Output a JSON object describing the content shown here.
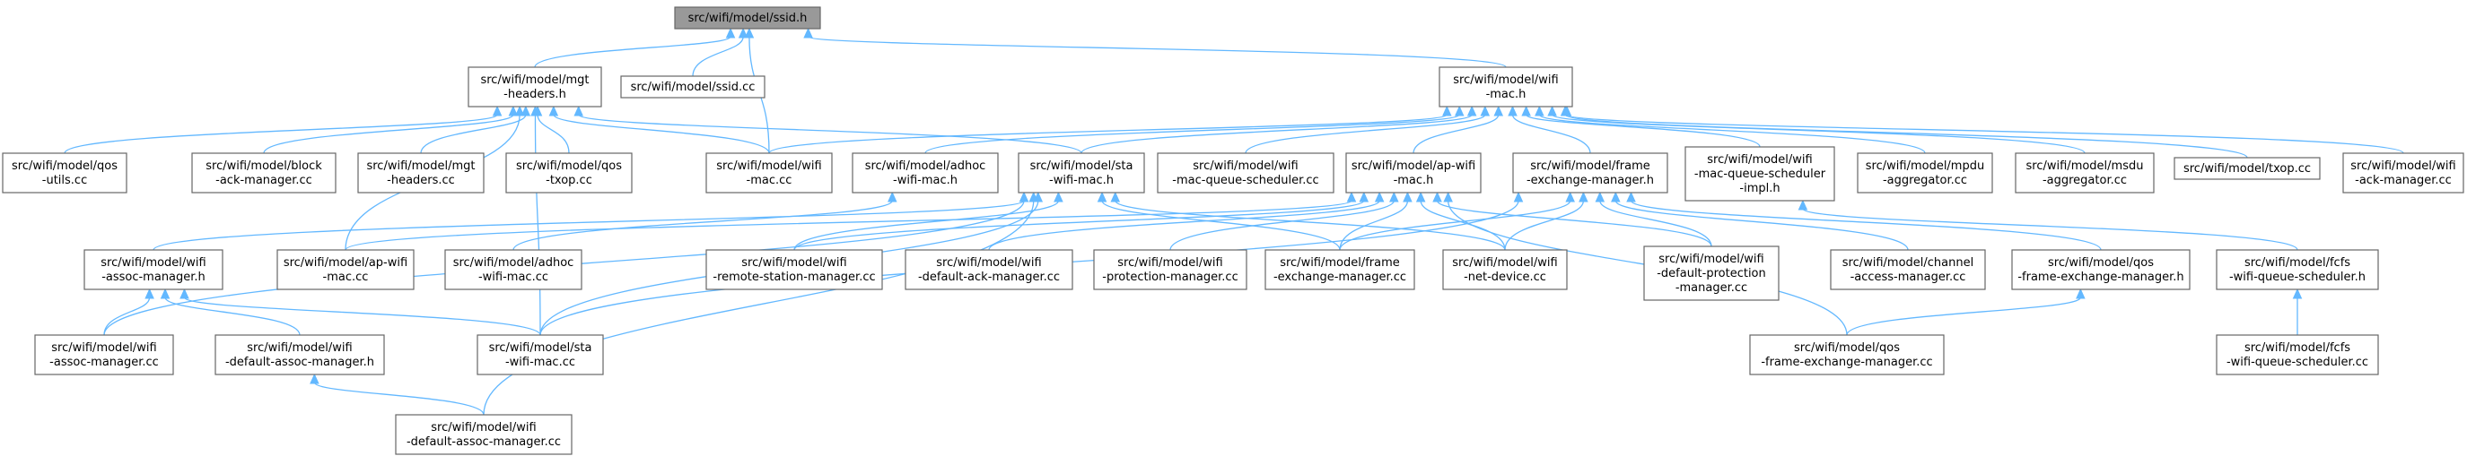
{
  "graph": {
    "colors": {
      "node_fill": "#ffffff",
      "root_fill": "#999999",
      "node_border": "#666666",
      "edge": "#63b8ff",
      "text": "#000000"
    },
    "nodes": [
      {
        "id": "ssid_h",
        "lines": [
          "src/wifi/model/ssid.h"
        ],
        "root": true
      },
      {
        "id": "mgt_headers_h",
        "lines": [
          "src/wifi/model/mgt",
          "-headers.h"
        ]
      },
      {
        "id": "ssid_cc",
        "lines": [
          "src/wifi/model/ssid.cc"
        ]
      },
      {
        "id": "wifi_mac_h",
        "lines": [
          "src/wifi/model/wifi",
          "-mac.h"
        ]
      },
      {
        "id": "qos_utils_cc",
        "lines": [
          "src/wifi/model/qos",
          "-utils.cc"
        ]
      },
      {
        "id": "block_ack_manager_cc",
        "lines": [
          "src/wifi/model/block",
          "-ack-manager.cc"
        ]
      },
      {
        "id": "mgt_headers_cc",
        "lines": [
          "src/wifi/model/mgt",
          "-headers.cc"
        ]
      },
      {
        "id": "qos_txop_cc",
        "lines": [
          "src/wifi/model/qos",
          "-txop.cc"
        ]
      },
      {
        "id": "wifi_mac_cc",
        "lines": [
          "src/wifi/model/wifi",
          "-mac.cc"
        ]
      },
      {
        "id": "adhoc_wifi_mac_h",
        "lines": [
          "src/wifi/model/adhoc",
          "-wifi-mac.h"
        ]
      },
      {
        "id": "sta_wifi_mac_h",
        "lines": [
          "src/wifi/model/sta",
          "-wifi-mac.h"
        ]
      },
      {
        "id": "mac_queue_scheduler_cc",
        "lines": [
          "src/wifi/model/wifi",
          "-mac-queue-scheduler.cc"
        ]
      },
      {
        "id": "ap_wifi_mac_h",
        "lines": [
          "src/wifi/model/ap-wifi",
          "-mac.h"
        ]
      },
      {
        "id": "frame_exchange_manager_h",
        "lines": [
          "src/wifi/model/frame",
          "-exchange-manager.h"
        ]
      },
      {
        "id": "mac_queue_scheduler_impl_h",
        "lines": [
          "src/wifi/model/wifi",
          "-mac-queue-scheduler",
          "-impl.h"
        ]
      },
      {
        "id": "mpdu_aggregator_cc",
        "lines": [
          "src/wifi/model/mpdu",
          "-aggregator.cc"
        ]
      },
      {
        "id": "msdu_aggregator_cc",
        "lines": [
          "src/wifi/model/msdu",
          "-aggregator.cc"
        ]
      },
      {
        "id": "txop_cc",
        "lines": [
          "src/wifi/model/txop.cc"
        ]
      },
      {
        "id": "ack_manager_cc",
        "lines": [
          "src/wifi/model/wifi",
          "-ack-manager.cc"
        ]
      },
      {
        "id": "assoc_manager_h",
        "lines": [
          "src/wifi/model/wifi",
          "-assoc-manager.h"
        ]
      },
      {
        "id": "ap_wifi_mac_cc",
        "lines": [
          "src/wifi/model/ap-wifi",
          "-mac.cc"
        ]
      },
      {
        "id": "adhoc_wifi_mac_cc",
        "lines": [
          "src/wifi/model/adhoc",
          "-wifi-mac.cc"
        ]
      },
      {
        "id": "remote_station_manager_cc",
        "lines": [
          "src/wifi/model/wifi",
          "-remote-station-manager.cc"
        ]
      },
      {
        "id": "default_ack_manager_cc",
        "lines": [
          "src/wifi/model/wifi",
          "-default-ack-manager.cc"
        ]
      },
      {
        "id": "protection_manager_cc",
        "lines": [
          "src/wifi/model/wifi",
          "-protection-manager.cc"
        ]
      },
      {
        "id": "frame_exchange_manager_cc",
        "lines": [
          "src/wifi/model/frame",
          "-exchange-manager.cc"
        ]
      },
      {
        "id": "net_device_cc",
        "lines": [
          "src/wifi/model/wifi",
          "-net-device.cc"
        ]
      },
      {
        "id": "default_protection_manager_cc",
        "lines": [
          "src/wifi/model/wifi",
          "-default-protection",
          "-manager.cc"
        ]
      },
      {
        "id": "channel_access_manager_cc",
        "lines": [
          "src/wifi/model/channel",
          "-access-manager.cc"
        ]
      },
      {
        "id": "qos_fem_h",
        "lines": [
          "src/wifi/model/qos",
          "-frame-exchange-manager.h"
        ]
      },
      {
        "id": "fcfs_scheduler_h",
        "lines": [
          "src/wifi/model/fcfs",
          "-wifi-queue-scheduler.h"
        ]
      },
      {
        "id": "assoc_manager_cc",
        "lines": [
          "src/wifi/model/wifi",
          "-assoc-manager.cc"
        ]
      },
      {
        "id": "default_assoc_manager_h",
        "lines": [
          "src/wifi/model/wifi",
          "-default-assoc-manager.h"
        ]
      },
      {
        "id": "sta_wifi_mac_cc",
        "lines": [
          "src/wifi/model/sta",
          "-wifi-mac.cc"
        ]
      },
      {
        "id": "qos_fem_cc",
        "lines": [
          "src/wifi/model/qos",
          "-frame-exchange-manager.cc"
        ]
      },
      {
        "id": "fcfs_scheduler_cc",
        "lines": [
          "src/wifi/model/fcfs",
          "-wifi-queue-scheduler.cc"
        ]
      },
      {
        "id": "default_assoc_manager_cc",
        "lines": [
          "src/wifi/model/wifi",
          "-default-assoc-manager.cc"
        ]
      }
    ],
    "edges": [
      [
        "mgt_headers_h",
        "ssid_h"
      ],
      [
        "ssid_cc",
        "ssid_h"
      ],
      [
        "wifi_mac_cc",
        "ssid_h"
      ],
      [
        "wifi_mac_h",
        "ssid_h"
      ],
      [
        "qos_utils_cc",
        "mgt_headers_h"
      ],
      [
        "block_ack_manager_cc",
        "mgt_headers_h"
      ],
      [
        "mgt_headers_cc",
        "mgt_headers_h"
      ],
      [
        "qos_txop_cc",
        "mgt_headers_h"
      ],
      [
        "wifi_mac_cc",
        "mgt_headers_h"
      ],
      [
        "sta_wifi_mac_h",
        "mgt_headers_h"
      ],
      [
        "ap_wifi_mac_cc",
        "mgt_headers_h"
      ],
      [
        "sta_wifi_mac_cc",
        "mgt_headers_h"
      ],
      [
        "wifi_mac_cc",
        "wifi_mac_h"
      ],
      [
        "adhoc_wifi_mac_h",
        "wifi_mac_h"
      ],
      [
        "sta_wifi_mac_h",
        "wifi_mac_h"
      ],
      [
        "mac_queue_scheduler_cc",
        "wifi_mac_h"
      ],
      [
        "ap_wifi_mac_h",
        "wifi_mac_h"
      ],
      [
        "frame_exchange_manager_h",
        "wifi_mac_h"
      ],
      [
        "mac_queue_scheduler_impl_h",
        "wifi_mac_h"
      ],
      [
        "mpdu_aggregator_cc",
        "wifi_mac_h"
      ],
      [
        "msdu_aggregator_cc",
        "wifi_mac_h"
      ],
      [
        "txop_cc",
        "wifi_mac_h"
      ],
      [
        "ack_manager_cc",
        "wifi_mac_h"
      ],
      [
        "adhoc_wifi_mac_cc",
        "adhoc_wifi_mac_h"
      ],
      [
        "assoc_manager_h",
        "sta_wifi_mac_h"
      ],
      [
        "remote_station_manager_cc",
        "sta_wifi_mac_h"
      ],
      [
        "net_device_cc",
        "sta_wifi_mac_h"
      ],
      [
        "sta_wifi_mac_cc",
        "sta_wifi_mac_h"
      ],
      [
        "assoc_manager_cc",
        "sta_wifi_mac_h"
      ],
      [
        "default_assoc_manager_cc",
        "sta_wifi_mac_h"
      ],
      [
        "frame_exchange_manager_cc",
        "sta_wifi_mac_h"
      ],
      [
        "ap_wifi_mac_cc",
        "ap_wifi_mac_h"
      ],
      [
        "remote_station_manager_cc",
        "ap_wifi_mac_h"
      ],
      [
        "default_ack_manager_cc",
        "ap_wifi_mac_h"
      ],
      [
        "protection_manager_cc",
        "ap_wifi_mac_h"
      ],
      [
        "frame_exchange_manager_cc",
        "ap_wifi_mac_h"
      ],
      [
        "net_device_cc",
        "ap_wifi_mac_h"
      ],
      [
        "default_protection_manager_cc",
        "ap_wifi_mac_h"
      ],
      [
        "qos_fem_cc",
        "ap_wifi_mac_h"
      ],
      [
        "frame_exchange_manager_cc",
        "frame_exchange_manager_h"
      ],
      [
        "net_device_cc",
        "frame_exchange_manager_h"
      ],
      [
        "default_protection_manager_cc",
        "frame_exchange_manager_h"
      ],
      [
        "channel_access_manager_cc",
        "frame_exchange_manager_h"
      ],
      [
        "qos_fem_h",
        "frame_exchange_manager_h"
      ],
      [
        "sta_wifi_mac_cc",
        "frame_exchange_manager_h"
      ],
      [
        "fcfs_scheduler_h",
        "mac_queue_scheduler_impl_h"
      ],
      [
        "assoc_manager_cc",
        "assoc_manager_h"
      ],
      [
        "default_assoc_manager_h",
        "assoc_manager_h"
      ],
      [
        "sta_wifi_mac_cc",
        "assoc_manager_h"
      ],
      [
        "default_assoc_manager_cc",
        "default_assoc_manager_h"
      ],
      [
        "qos_fem_cc",
        "qos_fem_h"
      ],
      [
        "fcfs_scheduler_cc",
        "fcfs_scheduler_h"
      ]
    ]
  }
}
